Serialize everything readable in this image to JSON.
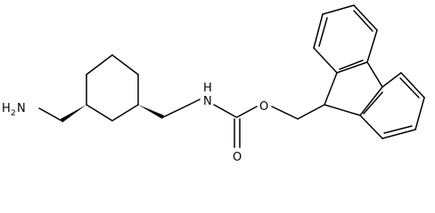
{
  "molecule": {
    "atoms": {
      "amine": {
        "label": "H",
        "subscript": "2",
        "element": "N"
      },
      "carbamate_nitrogen": {
        "label": "N",
        "hydrogen": "H"
      },
      "carbonyl_oxygen": {
        "label": "O"
      },
      "ester_oxygen": {
        "label": "O"
      }
    },
    "stereo": [
      "wedge-bond",
      "wedge-bond"
    ]
  }
}
